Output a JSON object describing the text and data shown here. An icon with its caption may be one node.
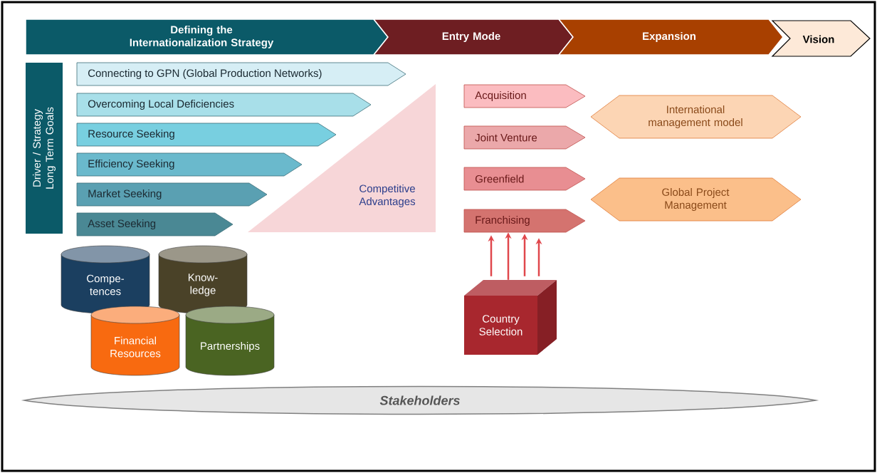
{
  "diagram": {
    "nodes": [
      {
        "text": [
          "Defining the Internationalization Strategy"
        ]
      },
      {
        "text": [
          "Entry Mode"
        ]
      },
      {
        "text": [
          "Expansion"
        ]
      },
      {
        "text": [
          "Vision"
        ]
      },
      {
        "text": [
          "Driver / Strategy Long Term Goals"
        ]
      },
      {
        "text": [
          "Connecting to GPN (Global Production Networks)"
        ]
      },
      {
        "text": [
          "Overcoming Local Deficiencies"
        ]
      },
      {
        "text": [
          "Resource Seeking"
        ]
      },
      {
        "text": [
          "Efficiency Seeking"
        ]
      },
      {
        "text": [
          "Market Seeking"
        ]
      },
      {
        "text": [
          "Asset Seeking"
        ]
      },
      {
        "text": [
          "Competitive Advantages"
        ]
      },
      {
        "text": [
          "Acquisition"
        ]
      },
      {
        "text": [
          "Joint Venture"
        ]
      },
      {
        "text": [
          "Greenfield"
        ]
      },
      {
        "text": [
          "Franchising"
        ]
      },
      {
        "text": [
          "International management model"
        ]
      },
      {
        "text": [
          "Global Project Management"
        ]
      },
      {
        "text": [
          "Compe- tences"
        ]
      },
      {
        "text": [
          "Know- ledge"
        ]
      },
      {
        "text": [
          "Financial Resources"
        ]
      },
      {
        "text": [
          "Partnerships"
        ]
      },
      {
        "text": [
          "Country Selection"
        ]
      },
      {
        "text": [
          "Stakeholders"
        ]
      }
    ],
    "edges": [
      {
        "from": 22,
        "to": 15,
        "arrow": "to"
      },
      {
        "from": 22,
        "to": 15,
        "arrow": "to"
      },
      {
        "from": 22,
        "to": 15,
        "arrow": "to"
      },
      {
        "from": 22,
        "to": 15,
        "arrow": "to"
      }
    ]
  }
}
